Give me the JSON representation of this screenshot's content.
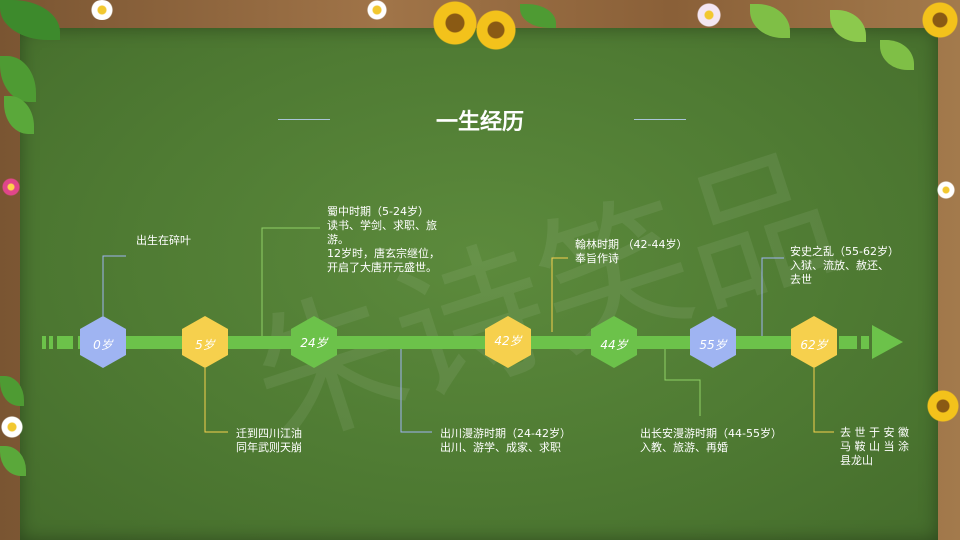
{
  "title": "一生经历",
  "watermark": "朱诗笑品",
  "colors": {
    "blue": "#9fb4f2",
    "yellow": "#f6d04d",
    "green": "#6cc24a",
    "arrow": "#6cc24a"
  },
  "milestones": [
    {
      "age_label": "0岁",
      "color": "blue",
      "event": "出生在碎叶",
      "position": "top"
    },
    {
      "age_label": "5岁",
      "color": "yellow",
      "event": "迁到四川江油\n同年武则天崩",
      "position": "bottom"
    },
    {
      "age_label": "24岁",
      "color": "green",
      "event": "蜀中时期（5-24岁）\n读书、学剑、求职、旅\n游。\n12岁时，唐玄宗继位，\n开启了大唐开元盛世。",
      "position": "top"
    },
    {
      "age_label": "42岁",
      "color": "yellow",
      "event": "出川漫游时期（24-42岁）\n出川、游学、成家、求职",
      "position": "bottom"
    },
    {
      "age_label": "44岁",
      "color": "green",
      "event": "翰林时期 （42-44岁）\n奉旨作诗",
      "position": "top"
    },
    {
      "age_label": "55岁",
      "color": "blue",
      "event": "出长安漫游时期（44-55岁）\n入教、旅游、再婚",
      "position": "bottom"
    },
    {
      "age_label": "62岁",
      "color": "yellow",
      "event": "安史之乱（55-62岁）\n入狱、流放、赦还、\n去世",
      "position": "top"
    },
    {
      "age_label": "62岁",
      "color": "yellow",
      "event": "去 世 于 安 徽\n马 鞍 山 当 涂\n县龙山",
      "position": "bottom"
    }
  ]
}
